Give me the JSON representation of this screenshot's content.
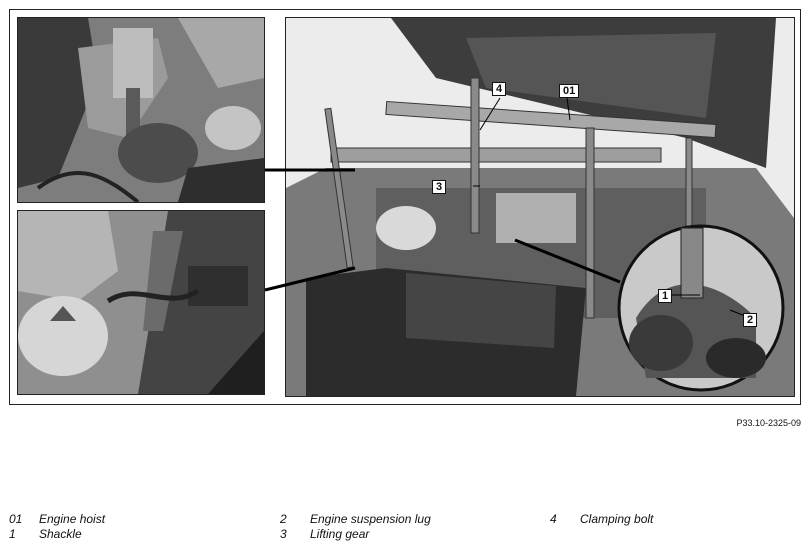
{
  "figure": {
    "id": "P33.10-2325-09",
    "callouts": {
      "c01": "01",
      "c1": "1",
      "c2": "2",
      "c3": "3",
      "c4": "4"
    }
  },
  "legend": [
    {
      "num": "01",
      "label": "Engine hoist"
    },
    {
      "num": "1",
      "label": "Shackle"
    },
    {
      "num": "2",
      "label": "Engine suspension lug"
    },
    {
      "num": "3",
      "label": "Lifting gear"
    },
    {
      "num": "4",
      "label": "Clamping bolt"
    }
  ]
}
